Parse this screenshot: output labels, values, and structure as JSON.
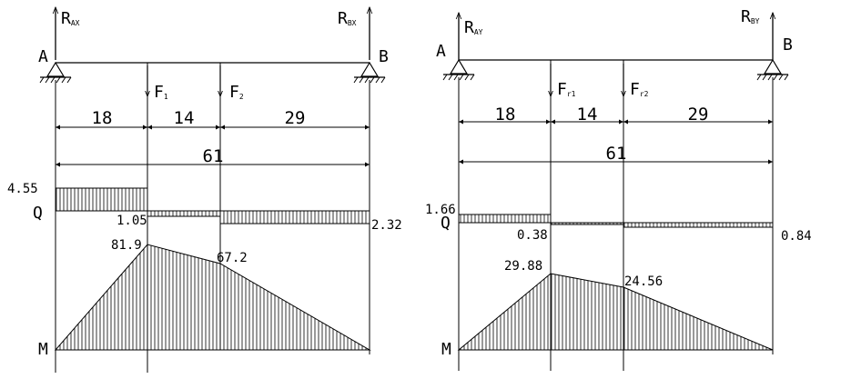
{
  "figure_title": "",
  "panels": [
    {
      "id": "left",
      "support_left": "A",
      "support_right": "B",
      "reaction_left": {
        "main": "R",
        "sub": "AX"
      },
      "reaction_right": {
        "main": "R",
        "sub": "BX"
      },
      "load_1": {
        "main": "F",
        "sub": "1"
      },
      "load_2": {
        "main": "F",
        "sub": "2"
      },
      "segments": [
        "18",
        "14",
        "29"
      ],
      "total": "61",
      "shear_label": "Q",
      "moment_label": "M",
      "shear_values": {
        "first": "4.55",
        "second": "1.05",
        "third": "2.32"
      },
      "moment_values": {
        "first": "81.9",
        "second": "67.2"
      }
    },
    {
      "id": "right",
      "support_left": "A",
      "support_right": "B",
      "reaction_left": {
        "main": "R",
        "sub": "AY"
      },
      "reaction_right": {
        "main": "R",
        "sub": "BY"
      },
      "load_1": {
        "main": "F",
        "sub": "r1"
      },
      "load_2": {
        "main": "F",
        "sub": "r2"
      },
      "segments": [
        "18",
        "14",
        "29"
      ],
      "total": "61",
      "shear_label": "Q",
      "moment_label": "M",
      "shear_values": {
        "first": "1.66",
        "second": "0.38",
        "third": "0.84"
      },
      "moment_values": {
        "first": "29.88",
        "second": "24.56"
      }
    }
  ]
}
